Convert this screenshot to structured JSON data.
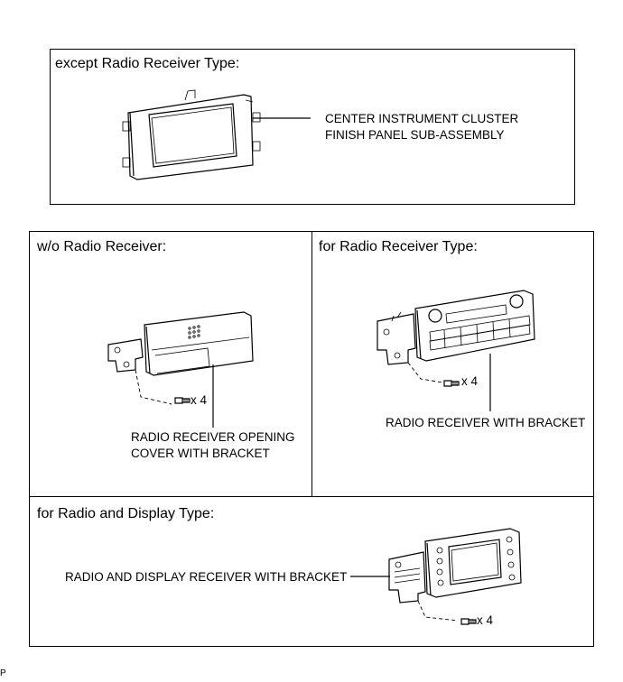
{
  "panels": {
    "top": {
      "heading": "except Radio Receiver Type:",
      "label_line1": "CENTER INSTRUMENT CLUSTER",
      "label_line2": "FINISH PANEL SUB-ASSEMBLY"
    },
    "left": {
      "heading": "w/o Radio Receiver:",
      "qty": "x 4",
      "label_line1": "RADIO RECEIVER OPENING",
      "label_line2": "COVER WITH BRACKET"
    },
    "right": {
      "heading": "for Radio Receiver Type:",
      "qty": "x 4",
      "label": "RADIO RECEIVER WITH BRACKET"
    },
    "bottom": {
      "heading": "for Radio and Display Type:",
      "label": "RADIO AND DISPLAY RECEIVER WITH BRACKET",
      "qty": "x 4"
    }
  },
  "footer_mark": "P",
  "icons": [
    "finish-panel-illustration",
    "opening-cover-illustration",
    "radio-receiver-illustration",
    "display-receiver-illustration",
    "screw-icon"
  ]
}
